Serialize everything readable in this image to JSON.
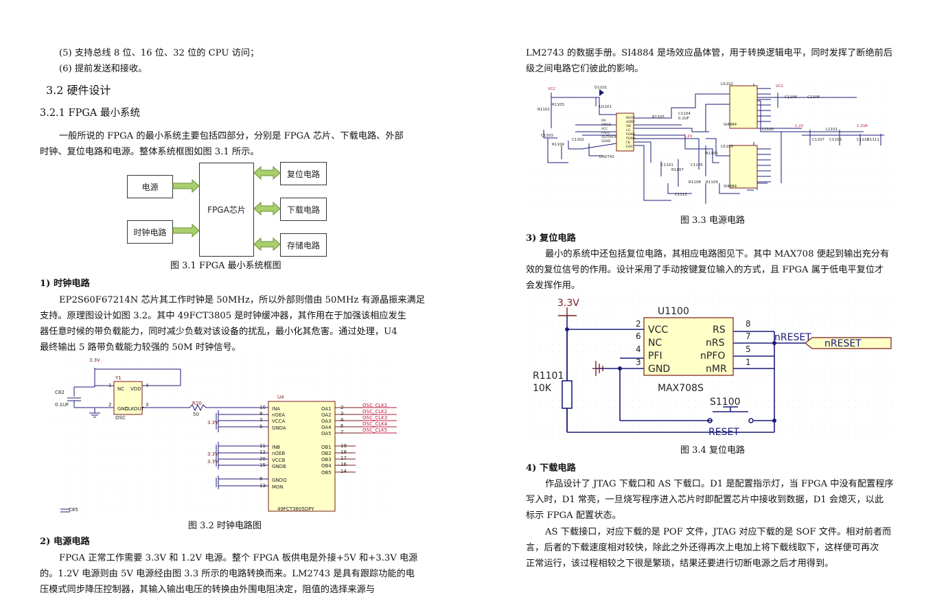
{
  "left": {
    "list5": "(5) 支持总线 8 位、16 位、32 位的 CPU 访问；",
    "list6": "(6) 提前发送和接收。",
    "sec32": "3.2  硬件设计",
    "sec321": "3.2.1   FPGA 最小系统",
    "para1": [
      "一般所说的 FPGA 的最小系统主要包括四部分，分别是 FPGA 芯片、下载电路、外部",
      "时钟、复位电路和电源。整体系统框图如图 3.1 所示。"
    ],
    "diagram": {
      "power": "电源",
      "clock": "时钟电路",
      "fpga": "FPGA芯片",
      "reset": "复位电路",
      "download": "下载电路",
      "storage": "存储电路"
    },
    "fig31": "图 3.1 FPGA 最小系统框图",
    "h_clock": "1)   时钟电路",
    "para_clock": [
      "EP2S60F67214N 芯片其工作时钟是 50MHz，所以外部则借由 50MHz 有源晶振来满足",
      "支持。原理图设计如图 3.2。其中 49FCT3805 是时钟缓冲器，其作用在于加强该相应发生",
      "器任意时候的带负载能力，同时减少负载对该设备的扰乱，最小化其危害。通过处理，U4",
      "最终输出 5 路带负载能力较强的 50M 时钟信号。"
    ],
    "clock_schem": {
      "v33": "3.3V",
      "y1": "Y1",
      "nc": "NC",
      "vdd": "VDD",
      "gnd": "GND",
      "clkout": "CLKOUT",
      "osc": "OSC",
      "c82": "C82",
      "c82v": "0.1UF",
      "r20": "R20",
      "r20v": "50",
      "u4": "U4",
      "u4part": "49FCT3805DPY",
      "c85": "C85",
      "left_pins": [
        "INA",
        "nOEA",
        "VCCA",
        "GNDA",
        "INB",
        "nOEB",
        "VCCB",
        "GNDB",
        "GNDQ",
        "MON"
      ],
      "left_nums": [
        "10",
        "9",
        "3",
        "5",
        "11",
        "12",
        "20",
        "15",
        "8",
        "13"
      ],
      "right_pins": [
        "OA1",
        "OA2",
        "OA3",
        "OA4",
        "OA5",
        "OB1",
        "OB2",
        "OB3",
        "OB4",
        "OB5"
      ],
      "right_nums": [
        "2",
        "3",
        "4",
        "6",
        "7",
        "19",
        "18",
        "17",
        "16",
        "14"
      ],
      "osc_out": [
        "OSC_CLK1",
        "OSC_CLK2",
        "OSC_CLK3",
        "OSC_CLK4",
        "OSC_CLK5"
      ],
      "pin1": "1",
      "pin2": "2",
      "pin3": "3",
      "pin4": "4",
      "v33b": "3.3V",
      "v33c": "3.3V",
      "v33d": "3.3V"
    },
    "fig32": "图 3.2  时钟电路图",
    "h_power": "2)   电源电路",
    "para_power": [
      "FPGA 正常工作需要 3.3V 和 1.2V 电源。整个 FPGA 板供电是外接+5V 和+3.3V 电源",
      "的。1.2V 电源则由 5V 电源经由图 3.3 所示的电路转换而来。LM2743 是具有跟踪功能的电",
      "压模式同步降压控制器，其输入输出电压的转换由外围电阻决定，阻值的选择来源与"
    ]
  },
  "right": {
    "para_top": [
      "LM2743 的数据手册。SI4884 是场效应晶体管，用于转换逻辑电平，同时发挥了断绝前后",
      "级之间电路它们彼此的影响。"
    ],
    "power_schem": {
      "vcc": "VCC",
      "vcc2": "VCC",
      "d1101": "D1101",
      "u1101": "U1101",
      "lm2743": "LM2743",
      "u1102": "U1102",
      "u1103": "U1103",
      "si4884a": "SI4884",
      "si4884b": "SI4884",
      "r1102": "R1102",
      "r1103": "R1103",
      "r1104": "R1104",
      "r1105": "R1105",
      "c1104": "C1104",
      "c1104v": "0.1UF",
      "c1106": "C1106",
      "c1108": "C1108",
      "l1100": "L1100",
      "l1101": "L1101",
      "v12": "1.2V",
      "v12a": "1.2VA",
      "c1107": "C1107",
      "c1109": "C1109",
      "c1110": "C1110",
      "c1111": "C1111",
      "r1106": "R1106",
      "r1107": "R1107",
      "r1108": "R1108",
      "r1109": "R1109",
      "c1101": "C1101",
      "c1102": "C1102",
      "c1103": "C1103",
      "c1105": "C1105",
      "c1112": "C1112",
      "ic_pins": [
        "BOOT",
        "HDRV",
        "SW",
        "LG",
        "PGND",
        "PGND",
        "FB",
        "EAO"
      ],
      "ic_lpins": [
        "EN",
        "PWGD",
        "VCC",
        "FREQ",
        "SS/TRACK",
        "SGND"
      ],
      "v12b": "1.2V"
    },
    "fig33": "图 3.3  电源电路",
    "h_reset": "3)   复位电路",
    "para_reset": [
      "最小的系统中还包括复位电路，其相应电路图见下。其中 MAX708 便起到输出充分有",
      "效的复位信号的作用。设计采用了手动按键复位输入的方式，且 FPGA 属于低电平复位才",
      "会发挥作用。"
    ],
    "reset_schem": {
      "v33": "3.3V",
      "u1100": "U1100",
      "max": "MAX708S",
      "vcc": "VCC",
      "nc": "NC",
      "pfi": "PFI",
      "gnd": "GND",
      "rs": "RS",
      "nrs": "nRS",
      "npfo": "nPFO",
      "nmr": "nMR",
      "lnums": [
        "2",
        "6",
        "4",
        "3"
      ],
      "rnums": [
        "8",
        "7",
        "5",
        "1"
      ],
      "r1101": "R1101",
      "r10k": "10K",
      "nreset": "nRESET",
      "nreset_flag": "nRESET",
      "s1100": "S1100",
      "reset": "RESET"
    },
    "fig34": "图 3.4  复位电路",
    "h_download": "4)   下载电路",
    "para_download": [
      "作品设计了 JTAG 下载口和 AS 下载口。D1 是配置指示灯，当 FPGA 中没有配置程序",
      "写入时，D1 常亮，一旦烧写程序进入芯片时即配置芯片中接收到数据，D1 会熄灭，以此",
      "标示 FPGA 配置状态。"
    ],
    "para_as": [
      "AS 下载接口，对应下载的是 POF 文件，JTAG 对应下载的是 SOF 文件。相对前者而",
      "言，后者的下载速度相对较快，除此之外还得再次上电加上将下载线取下，这样便可再次",
      "正常运行，该过程相较之下很是繁琐，结果还要进行切断电源之后才用得到。"
    ]
  }
}
